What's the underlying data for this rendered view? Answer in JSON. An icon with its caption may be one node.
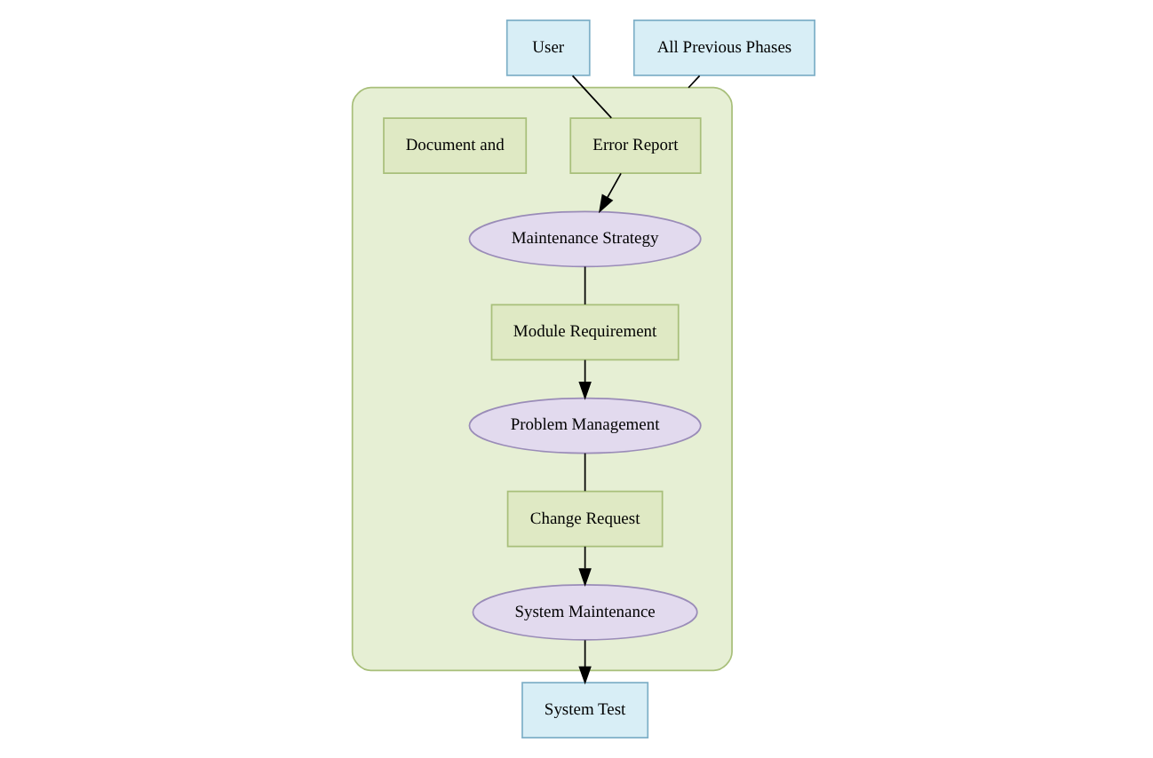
{
  "diagram": {
    "nodes": [
      {
        "text": [
          "User"
        ]
      },
      {
        "text": [
          "All Previous Phases"
        ]
      },
      {
        "text": [],
        "shape": "box"
      },
      {
        "text": [
          "Error Report"
        ],
        "in": 2
      },
      {
        "text": [
          "Document and"
        ],
        "in": 2
      },
      {
        "text": [
          "Maintenance Strategy"
        ],
        "in": 2
      },
      {
        "text": [
          "Module Requirement"
        ],
        "in": 2
      },
      {
        "text": [
          "Problem Management"
        ],
        "in": 2
      },
      {
        "text": [
          "Change Request"
        ],
        "in": 2
      },
      {
        "text": [
          "System Maintenance"
        ],
        "in": 2
      },
      {
        "text": [
          "System Test"
        ]
      }
    ],
    "edges": [
      {
        "from": 0,
        "to": 3,
        "arrow": "none"
      },
      {
        "from": 3,
        "to": 5,
        "arrow": "to"
      },
      {
        "from": 1,
        "to": 2,
        "arrow": "none"
      },
      {
        "from": 5,
        "to": 6,
        "arrow": "none"
      },
      {
        "from": 6,
        "to": 7,
        "arrow": "to"
      },
      {
        "from": 7,
        "to": 8,
        "arrow": "none"
      },
      {
        "from": 8,
        "to": 9,
        "arrow": "to"
      },
      {
        "from": 9,
        "to": 10,
        "arrow": "to"
      }
    ]
  }
}
